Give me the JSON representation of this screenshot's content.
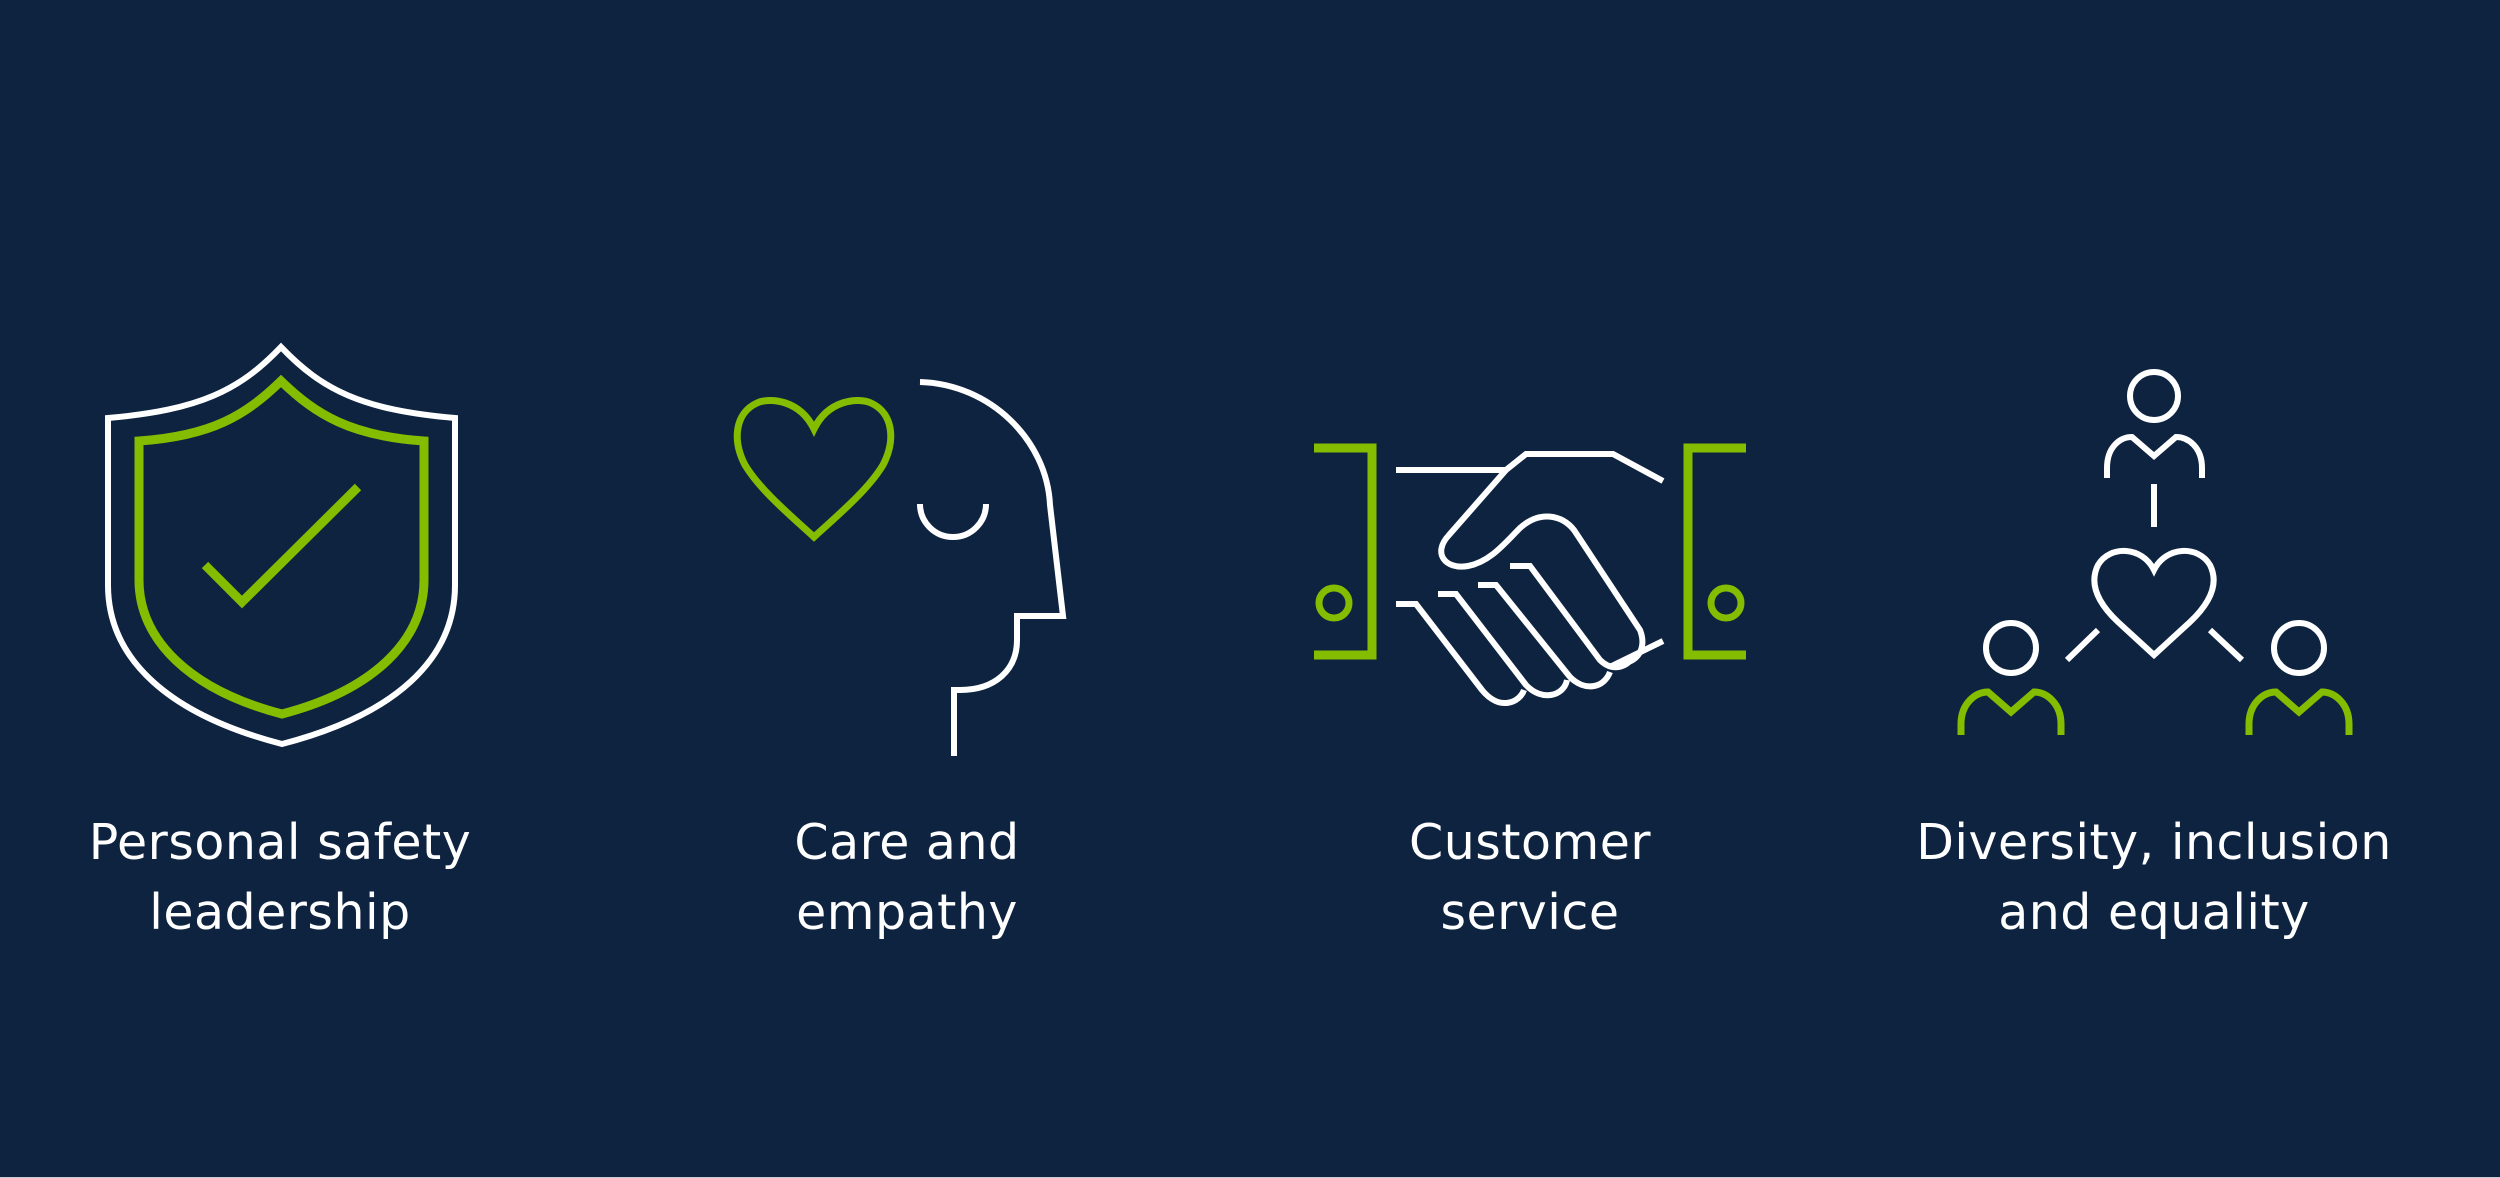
{
  "colors": {
    "background": "#0e2340",
    "accent_green": "#84bd00",
    "line_white": "#ffffff"
  },
  "values": [
    {
      "icon": "shield-check-icon",
      "label_line1": "Personal safety",
      "label_line2": "leadership"
    },
    {
      "icon": "head-heart-icon",
      "label_line1": "Care and",
      "label_line2": "empathy"
    },
    {
      "icon": "handshake-icon",
      "label_line1": "Customer",
      "label_line2": "service"
    },
    {
      "icon": "people-heart-network-icon",
      "label_line1": "Diversity, inclusion",
      "label_line2": "and equality"
    }
  ]
}
